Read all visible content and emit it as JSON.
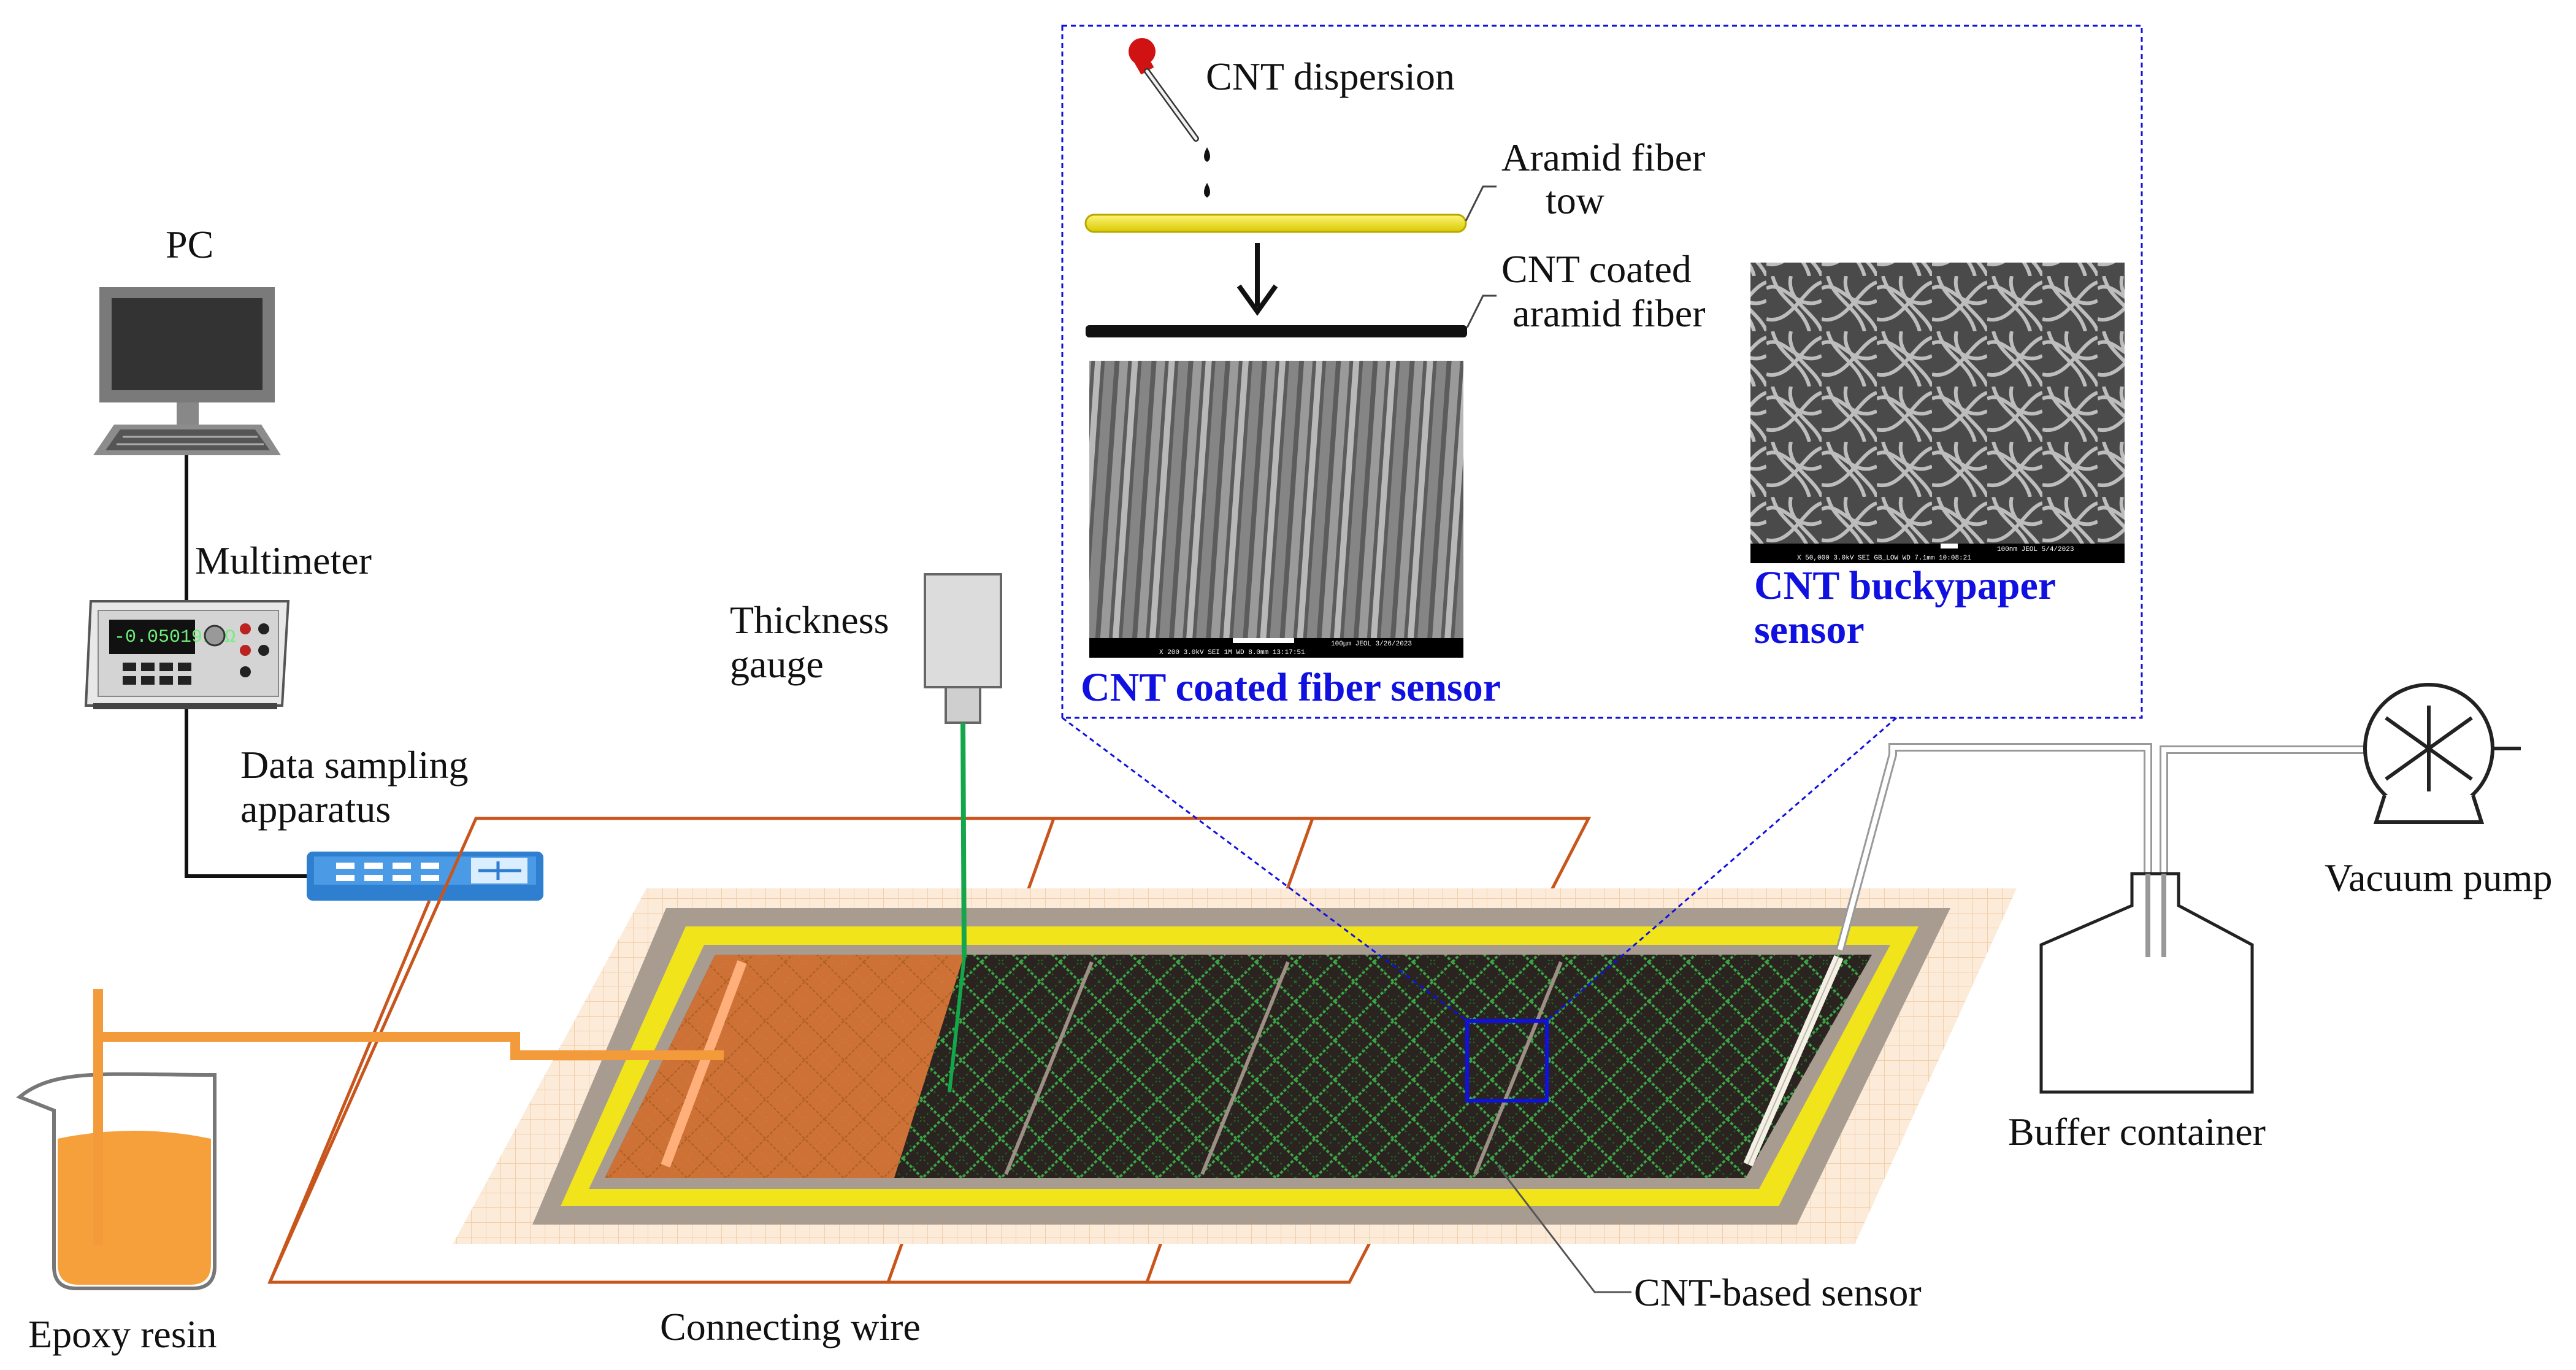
{
  "labels": {
    "pc": "PC",
    "multimeter": "Multimeter",
    "multimeter_display": "-0.050191 Ω",
    "data_sampling_line1": "Data sampling",
    "data_sampling_line2": "apparatus",
    "thickness_line1": "Thickness",
    "thickness_line2": "gauge",
    "epoxy": "Epoxy resin",
    "connecting_wire": "Connecting wire",
    "cnt_based_sensor": "CNT-based sensor",
    "buffer": "Buffer container",
    "vacuum_pump": "Vacuum pump"
  },
  "inset": {
    "cnt_dispersion": "CNT dispersion",
    "aramid_line1": "Aramid fiber",
    "aramid_line2": "tow",
    "coated_line1": "CNT coated",
    "coated_line2": "aramid fiber",
    "coated_sensor": "CNT coated fiber sensor",
    "buckypaper_line1": "CNT buckypaper",
    "buckypaper_line2": "sensor",
    "sem1_scalebar": "X 200   3.0kV  SEI        1M    WD 8.0mm  13:17:51",
    "sem1_info": "100μm JEOL    3/26/2023",
    "sem2_scalebar": "X 50,000  3.0kV  SEI      GB_LOW   WD 7.1mm  10:08:21",
    "sem2_info": "100nm JEOL    5/4/2023"
  },
  "colors": {
    "cnt_blue": "#1010e0",
    "resin_orange": "#f39a3b",
    "wire_orange": "#c8561c",
    "frame_yellow": "#f2e41b",
    "fabric_green": "#2f9a3c",
    "gauge_wire": "#14a64a"
  }
}
